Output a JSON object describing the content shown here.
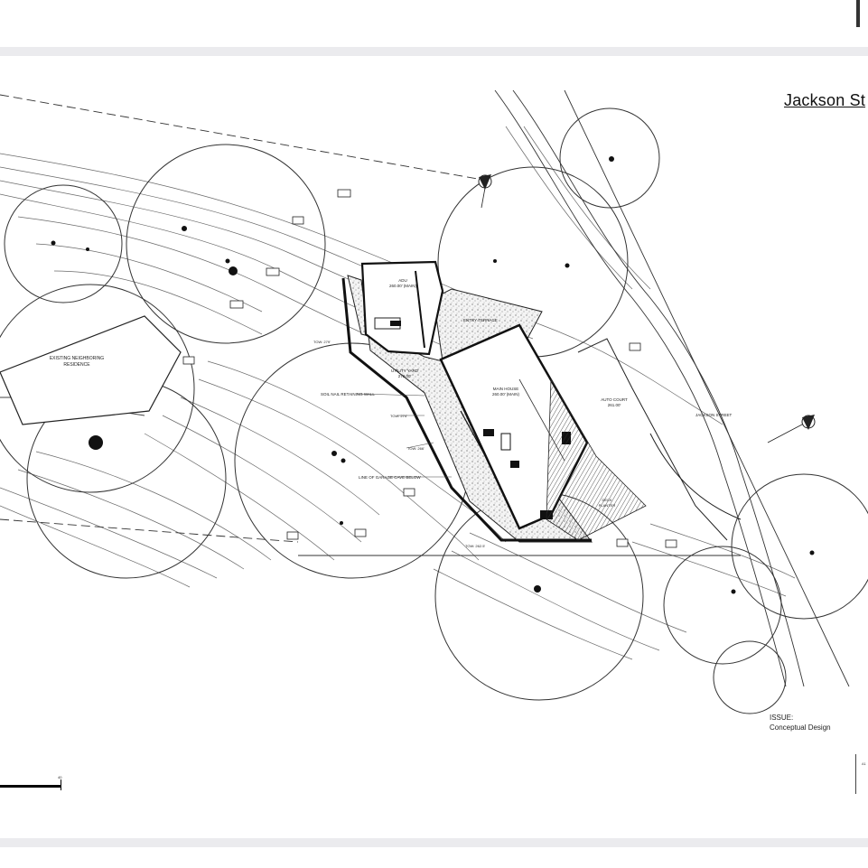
{
  "sheet": {
    "title": "Jackson St",
    "issue_label": "ISSUE:",
    "issue_value": "Conceptual Design",
    "titleblock_tag": "A1",
    "scale_number": "40"
  },
  "plan": {
    "labels": {
      "existing_residence": [
        "EXISTING NEIGHBORING",
        "RESIDENCE"
      ],
      "adu": [
        "ADU",
        "260.00' (MAIN)"
      ],
      "entry_terrace": "ENTRY TERRACE",
      "utility_yard": [
        "UTILITY YARD",
        "270.00'"
      ],
      "main_house": [
        "MAIN HOUSE",
        "260.00' (MAIN)"
      ],
      "auto_court": [
        "AUTO COURT",
        "261.00'"
      ],
      "jackson_street": "JACKSON STREET",
      "soil_nail_wall": "SOIL NAIL RETAINING WALL",
      "line_of_garage": "LINE OF GARAGE CAVE BELOW",
      "deck": [
        "DECK",
        "PLANTER"
      ],
      "tow_1": "TOW: 279'",
      "tow_2": "TOW: 274'",
      "tow_3": "TOW: 266'",
      "tow_4": "TOW: 262.5'"
    }
  }
}
